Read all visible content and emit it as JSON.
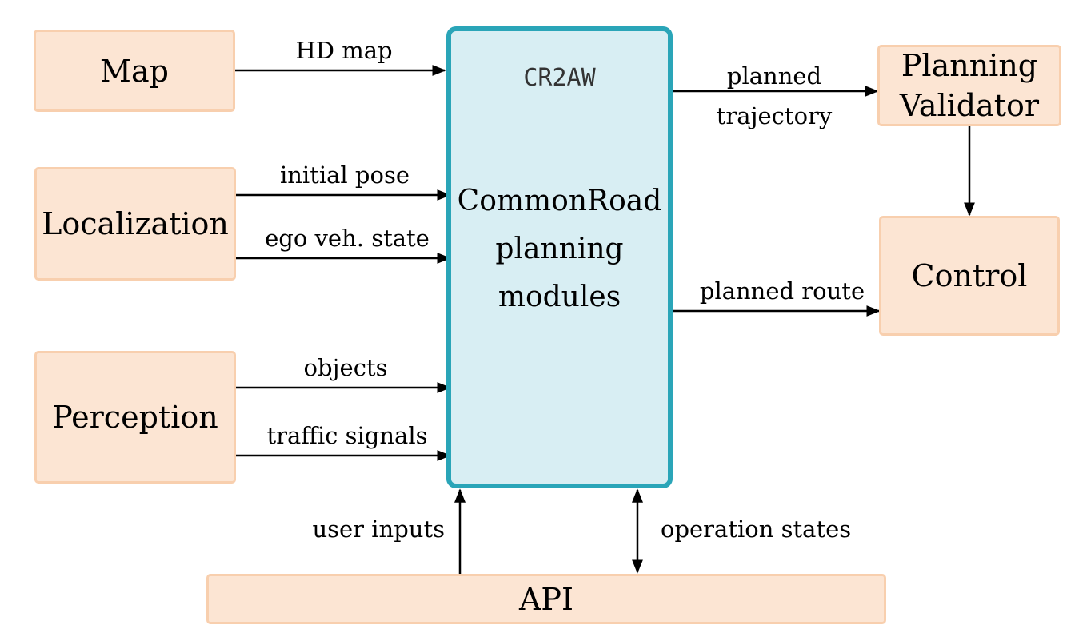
{
  "inputs": {
    "map": "Map",
    "localization": "Localization",
    "perception": "Perception"
  },
  "core": {
    "tag": "CR2AW",
    "line1": "CommonRoad",
    "line2": "planning",
    "line3": "modules"
  },
  "outputs": {
    "validator_line1": "Planning",
    "validator_line2": "Validator",
    "control": "Control"
  },
  "api": "API",
  "edges": {
    "hd_map": "HD map",
    "initial_pose": "initial pose",
    "ego_state": "ego veh. state",
    "objects": "objects",
    "traffic_signals": "traffic signals",
    "planned_line1": "planned",
    "planned_line2": "trajectory",
    "planned_route": "planned route",
    "user_inputs": "user inputs",
    "operation_states": "operation states"
  },
  "colors": {
    "module_fill": "#fce5d3",
    "module_border": "#f8cfae",
    "core_fill": "#d8eef3",
    "core_border": "#2aa5b8"
  }
}
